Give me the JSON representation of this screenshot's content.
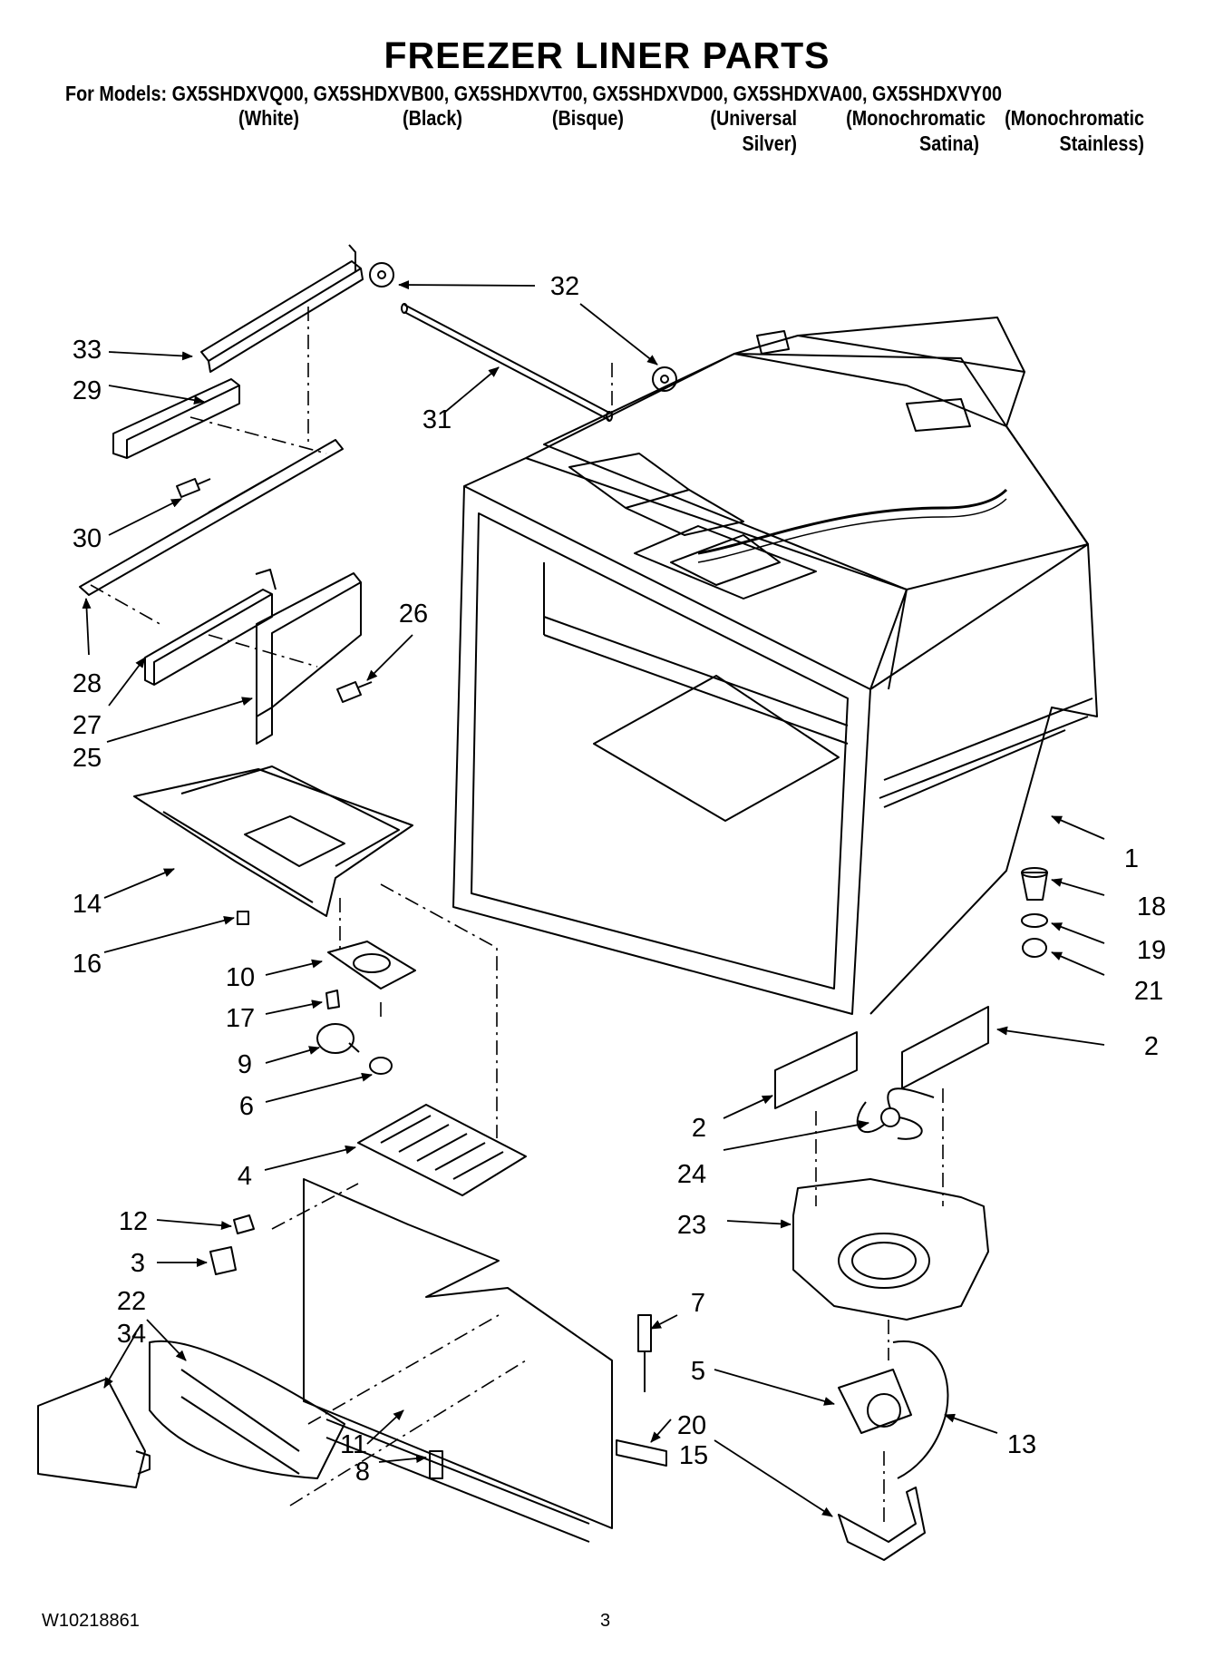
{
  "title": "FREEZER LINER PARTS",
  "models_line": "For Models: GX5SHDXVQ00, GX5SHDXVB00, GX5SHDXVT00, GX5SHDXVD00, GX5SHDXVA00, GX5SHDXVY00",
  "finishes": [
    {
      "line1": "(White)",
      "line2": ""
    },
    {
      "line1": "(Black)",
      "line2": ""
    },
    {
      "line1": "(Bisque)",
      "line2": ""
    },
    {
      "line1": "(Universal",
      "line2": "Silver)"
    },
    {
      "line1": "(Monochromatic",
      "line2": "Satina)"
    },
    {
      "line1": "(Monochromatic",
      "line2": "Stainless)"
    }
  ],
  "callouts": [
    "1",
    "2",
    "2",
    "3",
    "4",
    "5",
    "6",
    "7",
    "8",
    "9",
    "10",
    "11",
    "12",
    "13",
    "14",
    "15",
    "16",
    "17",
    "18",
    "19",
    "20",
    "21",
    "22",
    "23",
    "24",
    "25",
    "26",
    "27",
    "28",
    "29",
    "30",
    "31",
    "32",
    "33",
    "34"
  ],
  "footer": {
    "doc_number": "W10218861",
    "page_number": "3"
  }
}
